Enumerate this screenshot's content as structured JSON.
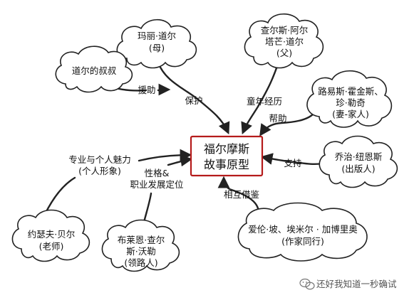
{
  "center": {
    "lines": [
      "福尔摩斯",
      "故事原型"
    ]
  },
  "nodes": {
    "mary": {
      "lines": [
        "玛丽·道尔",
        "(母)"
      ]
    },
    "charles": {
      "lines": [
        "查尔斯·阿尔",
        "塔芒·道尔",
        "(父)"
      ]
    },
    "uncle": {
      "lines": [
        "道尔的叔叔"
      ]
    },
    "louisa": {
      "lines": [
        "路易斯·霍金斯、",
        "珍·勒奇",
        "(妻-家人)"
      ]
    },
    "george": {
      "lines": [
        "乔治·纽恩斯",
        "(出版人)"
      ]
    },
    "joseph": {
      "lines": [
        "约瑟夫·贝尔",
        "(老师)"
      ]
    },
    "brian": {
      "lines": [
        "布莱恩·查尔",
        "斯·沃勒",
        "(领路人)"
      ]
    },
    "poe": {
      "lines": [
        "爱伦·坡、埃米尔 · 加博里奥",
        "(作家同行)"
      ]
    }
  },
  "edges": {
    "aid": {
      "label": "援助"
    },
    "protect": {
      "label": "保护"
    },
    "child": {
      "label": "童年经历"
    },
    "help": {
      "label": "帮助"
    },
    "support": {
      "label": "支持"
    },
    "charm": {
      "lines": [
        "专业与个人魅力",
        "(个人形象)"
      ]
    },
    "career": {
      "lines": [
        "性格&",
        "职业发展定位"
      ]
    },
    "mutual": {
      "label": "相互借鉴"
    }
  },
  "watermark": {
    "text": "还好我知道一秒确试"
  }
}
